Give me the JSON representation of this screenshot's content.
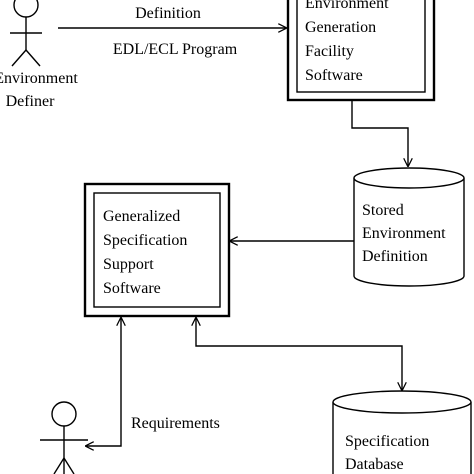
{
  "actors": {
    "environment_definer": {
      "name_line1": "Environment",
      "name_line2": "Definer"
    },
    "requirements_actor": {}
  },
  "boxes": {
    "environment_generation": {
      "lines": [
        "Environment",
        "Generation",
        "Facility",
        "Software"
      ]
    },
    "generalized_specification": {
      "lines": [
        "Generalized",
        "Specification",
        "Support",
        "Software"
      ]
    }
  },
  "stores": {
    "stored_environment_definition": {
      "lines": [
        "Stored",
        "Environment",
        "Definition"
      ]
    },
    "specification_database": {
      "lines": [
        "Specification",
        "Database"
      ]
    }
  },
  "flows": {
    "definition_label": "Definition",
    "program_label": "EDL/ECL Program",
    "requirements_label": "Requirements"
  }
}
